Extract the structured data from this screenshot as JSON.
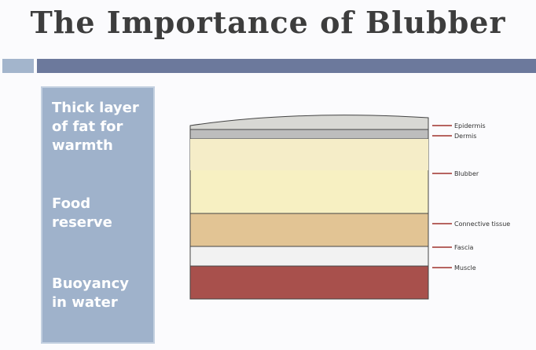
{
  "slide": {
    "title": "The Importance of Blubber",
    "points": [
      "Thick layer of fat for warmth",
      "Food reserve",
      "Buoyancy in water"
    ]
  },
  "diagram": {
    "labels": [
      "Epidermis",
      "Dermis",
      "Blubber",
      "Connective tissue",
      "Fascia",
      "Muscle"
    ]
  }
}
